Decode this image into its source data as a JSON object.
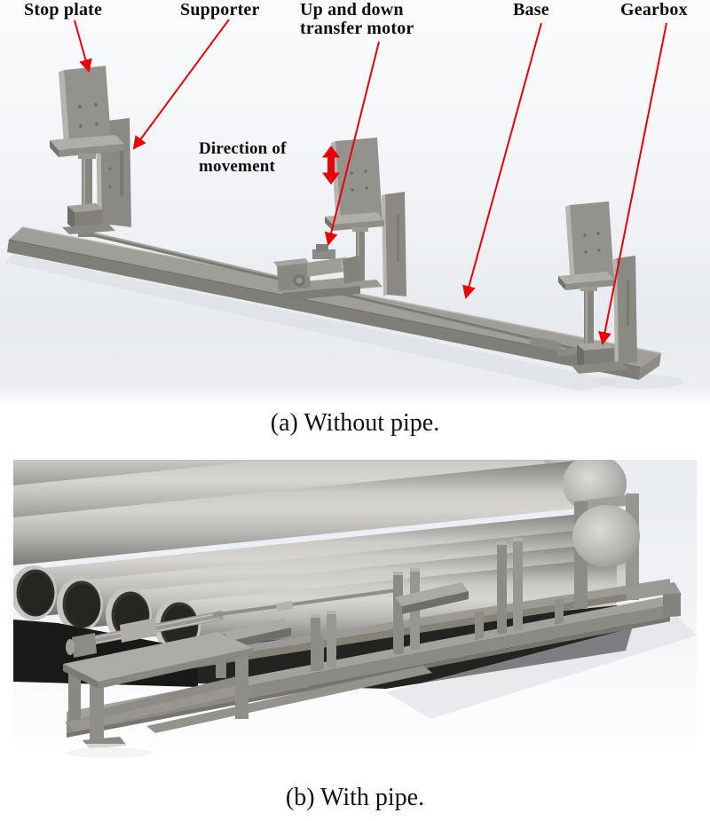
{
  "figure": {
    "panel_a": {
      "labels": {
        "stop_plate": "Stop plate",
        "supporter": "Supporter",
        "up_down_motor_line1": "Up and down",
        "up_down_motor_line2": "transfer motor",
        "base": "Base",
        "gearbox": "Gearbox",
        "direction_line1": "Direction of",
        "direction_line2": "movement"
      },
      "caption": "(a) Without pipe."
    },
    "panel_b": {
      "caption": "(b) With pipe."
    }
  },
  "colors": {
    "annotation_red": "#e8000a",
    "cad_gray_mid": "#8f8e89",
    "cad_gray_light": "#b6b4af",
    "cad_gray_top": "#a8a6a1",
    "cad_gray_dark": "#73726d",
    "pipe_highlight": "#d6d5d2",
    "pipe_bore_dark": "#2d2c29",
    "under_shadow": "#232321",
    "render_bg_top": "#fbfbfc",
    "render_bg_bottom": "#e7eaef",
    "page_bg": "#ffffff",
    "text_color": "#0d0d0d"
  }
}
